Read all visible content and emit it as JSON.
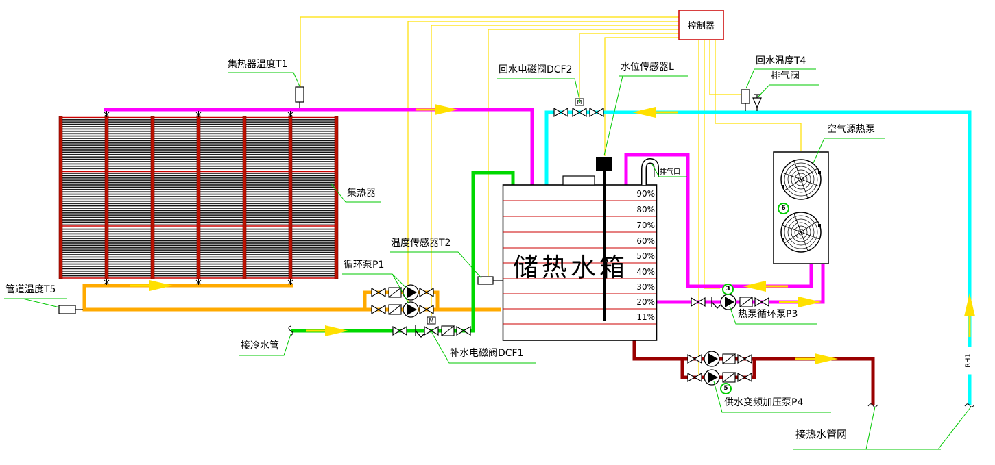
{
  "diagram_labels": {
    "controller": "控制器",
    "collector_temp_t1": "集热器温度T1",
    "return_solenoid_dcf2": "回水电磁阀DCF2",
    "water_level_sensor_l": "水位传感器L",
    "return_temp_t4": "回水温度T4",
    "exhaust_valve": "排气阀",
    "air_source_heat_pump": "空气源热泵",
    "collector": "集热器",
    "circulation_pump_p1": "循环泵P1",
    "temperature_sensor_t2": "温度传感器T2",
    "makeup_solenoid_dcf1": "补水电磁阀DCF1",
    "cold_water_connection": "接冷水管",
    "pipe_temp_t5": "管道温度T5",
    "storage_tank": "储热水箱",
    "vent_port": "排气口",
    "heat_pump_circulation_pump_p3": "热泵循环泵P3",
    "supply_vfd_booster_pump_p4": "供水变频加压泵P4",
    "hot_water_network_connection": "接热水管网",
    "pipe_tag": "RH1",
    "solenoid_marker": "M"
  },
  "tank_levels": [
    "90%",
    "80%",
    "70%",
    "60%",
    "50%",
    "40%",
    "30%",
    "20%",
    "11%"
  ],
  "equipment_badges": {
    "heat_pump": "6",
    "pump_p3": "3",
    "pump_p4": "5"
  },
  "colors": {
    "solar_supply_pipe": "#FF00FF",
    "return_pipe_cyan": "#00FFFF",
    "solar_return_pipe": "#FFAA00",
    "cold_water_pipe": "#00D800",
    "hot_supply_pipe": "#990000",
    "control_wire": "#FFE000",
    "leader_line": "#00C800",
    "level_line_red": "#CC0000",
    "controller_border": "#CC0000"
  }
}
